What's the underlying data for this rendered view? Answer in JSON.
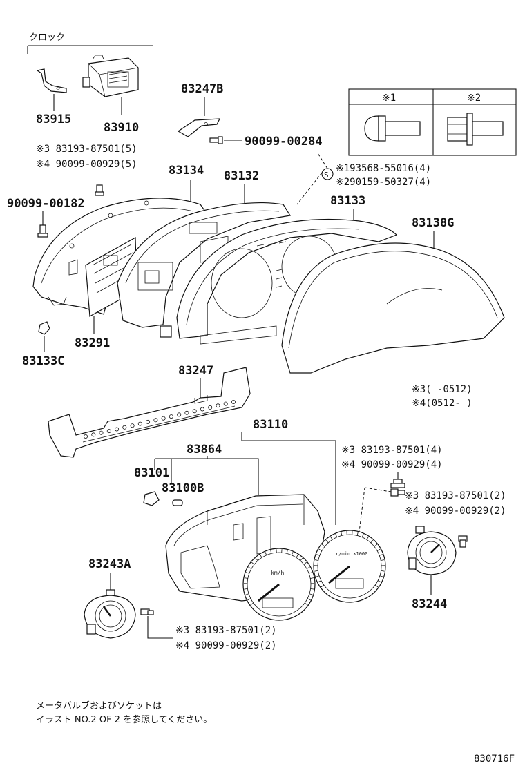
{
  "header": {
    "clock_label": "クロック"
  },
  "parts": {
    "p83915": "83915",
    "p83910": "83910",
    "p83247B": "83247B",
    "p90099_00284": "90099-00284",
    "p83134": "83134",
    "p83132": "83132",
    "p83133": "83133",
    "p83138G": "83138G",
    "p90099_00182": "90099-00182",
    "p83291": "83291",
    "p83133C": "83133C",
    "p83247": "83247",
    "p83110": "83110",
    "p83864": "83864",
    "p83101": "83101",
    "p83100B": "83100B",
    "p83243A": "83243A",
    "p83244": "83244"
  },
  "notes": {
    "a1": "※3 83193-87501(5)",
    "a2": "※4 90099-00929(5)",
    "s1": "※193568-55016(4)",
    "s2": "※290159-50327(4)",
    "b1": "※3 83193-87501(4)",
    "b2": "※4 90099-00929(4)",
    "c1": "※3 83193-87501(2)",
    "c2": "※4 90099-00929(2)",
    "d1": "※3 83193-87501(2)",
    "d2": "※4 90099-00929(2)",
    "r1": "※3(     -0512)",
    "r2": "※4(0512-     )",
    "s_mark": "S"
  },
  "screw_table": {
    "col1": "※1",
    "col2": "※2"
  },
  "gauge_text": {
    "left": "km/h",
    "right": "r/min ×1000"
  },
  "footer": {
    "line1": "メータバルブおよびソケットは",
    "line2": "イラスト NO.2 OF 2 を参照してください。",
    "code": "830716F"
  }
}
